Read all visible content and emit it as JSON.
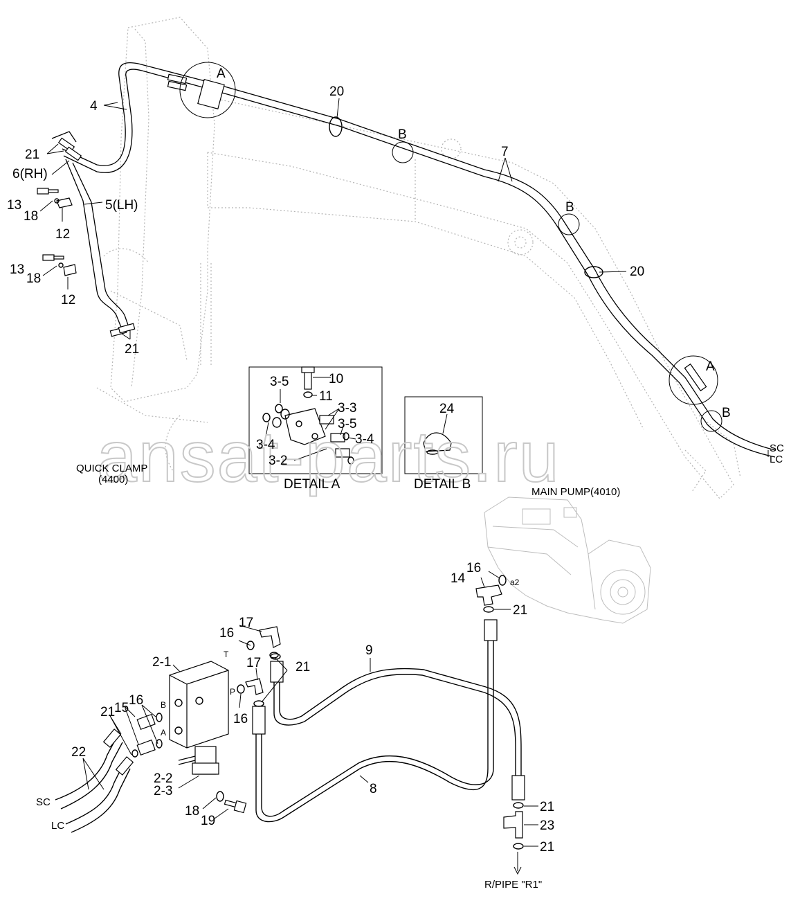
{
  "watermark": "ansat-parts.ru",
  "corner_mark": "",
  "callouts": {
    "A_top": "A",
    "A_right": "A",
    "B_boom1": "B",
    "B_boom2": "B",
    "B_right": "B",
    "c4": "4",
    "c20_top": "20",
    "c7": "7",
    "c20_right": "20",
    "c21_left": "21",
    "c6rh": "6(RH)",
    "c13_a": "13",
    "c18_a": "18",
    "c5lh": "5(LH)",
    "c12_a": "12",
    "c13_b": "13",
    "c18_b": "18",
    "c12_b": "12",
    "c21_mid": "21",
    "sc_right": "SC",
    "lc_right": "LC",
    "c3_5a": "3-5",
    "c10": "10",
    "c11": "11",
    "c3_3": "3-3",
    "c3_5b": "3-5",
    "c3_4a": "3-4",
    "c3_4b": "3-4",
    "c3_2": "3-2",
    "c24": "24",
    "c16_pump": "16",
    "c14": "14",
    "a2": "a2",
    "c21_pump": "21",
    "c17_top": "17",
    "c16_t": "16",
    "port_t": "T",
    "c2_1": "2-1",
    "c17_mid": "17",
    "c21_valve": "21",
    "c9": "9",
    "port_p": "P",
    "c16_p": "16",
    "c21_b": "21",
    "c15": "15",
    "c16_b": "16",
    "port_b": "B",
    "port_a": "A",
    "c22": "22",
    "sc_bottom": "SC",
    "lc_bottom": "LC",
    "c2_2": "2-2",
    "c2_3": "2-3",
    "c18_bottom": "18",
    "c19": "19",
    "c8": "8",
    "c21_tee1": "21",
    "c23": "23",
    "c21_tee2": "21"
  },
  "labels": {
    "quick_clamp_1": "QUICK CLAMP",
    "quick_clamp_2": "(4400)",
    "detail_a": "DETAIL A",
    "detail_b": "DETAIL B",
    "main_pump": "MAIN PUMP(4010)",
    "rpipe": "R/PIPE \"R1\""
  }
}
